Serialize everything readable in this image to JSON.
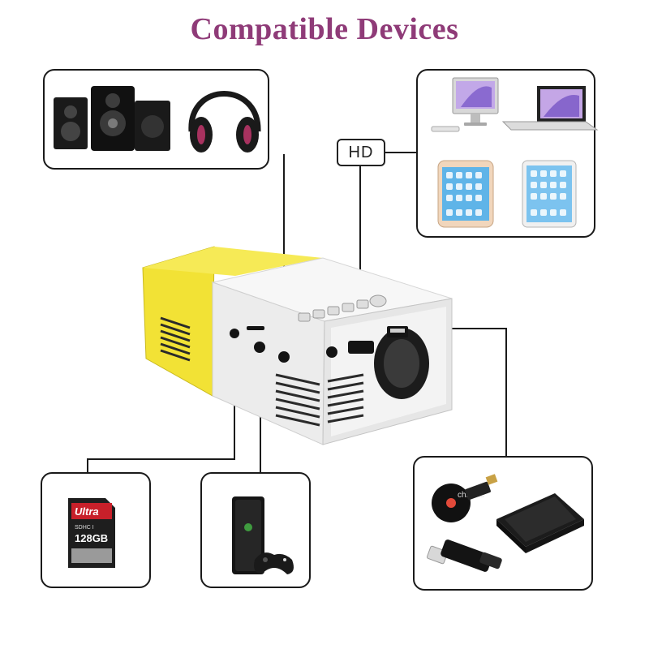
{
  "title": "Compatible Devices",
  "hd_label": "HD",
  "sd_card": {
    "brand": "Ultra",
    "line1": "SDHC I",
    "capacity": "128GB"
  },
  "chromecast_text": "chrome",
  "colors": {
    "title": "#8f3b78",
    "projector_yellow": "#f2e235",
    "projector_white": "#f4f4f4",
    "outline": "#1a1a1a"
  }
}
